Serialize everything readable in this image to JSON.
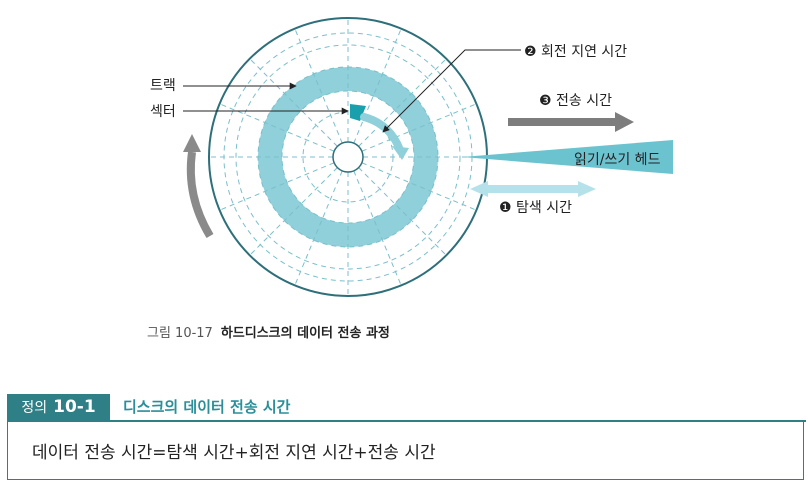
{
  "diagram": {
    "label_track": "트랙",
    "label_sector": "섹터",
    "label_rotation": "❷ 회전 지연 시간",
    "label_transfer": "❸ 전송 시간",
    "label_head": "읽기/쓰기 헤드",
    "label_seek": "❶ 탐색 시간",
    "colors": {
      "teal": "#3aa9b8",
      "track": "#8fd0da",
      "grid": "#7bbfcb",
      "arrow_gray": "#777777",
      "seek_arrow": "#b5e2ea"
    }
  },
  "caption": {
    "number": "그림 10-17",
    "title": "하드디스크의 데이터 전송 과정"
  },
  "definition": {
    "badge_prefix": "정의",
    "badge_number": "10-1",
    "title": "디스크의 데이터 전송 시간",
    "formula": "데이터 전송 시간=탐색 시간+회전 지연 시간+전송 시간"
  }
}
